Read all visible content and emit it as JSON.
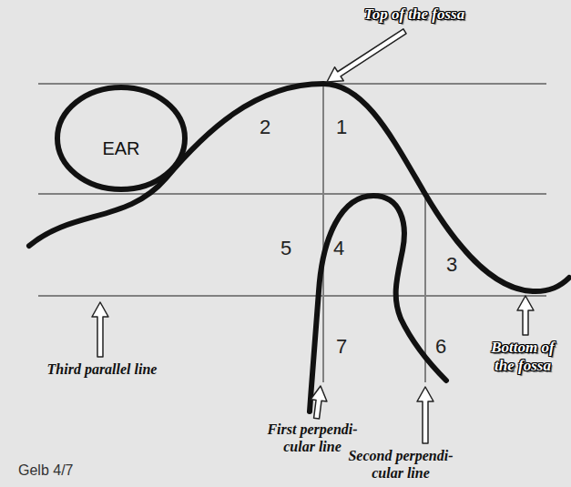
{
  "diagram": {
    "nodes": [
      {
        "text": [
          "EAR"
        ]
      }
    ],
    "labels": [
      "Top of the fossa",
      "2",
      "1",
      "5",
      "4",
      "3",
      "7",
      "6",
      "Third parallel line",
      "First perpendi- cular line",
      "Second perpendi- cular line",
      "Bottom of the fossa",
      "Gelb 4/7"
    ]
  }
}
